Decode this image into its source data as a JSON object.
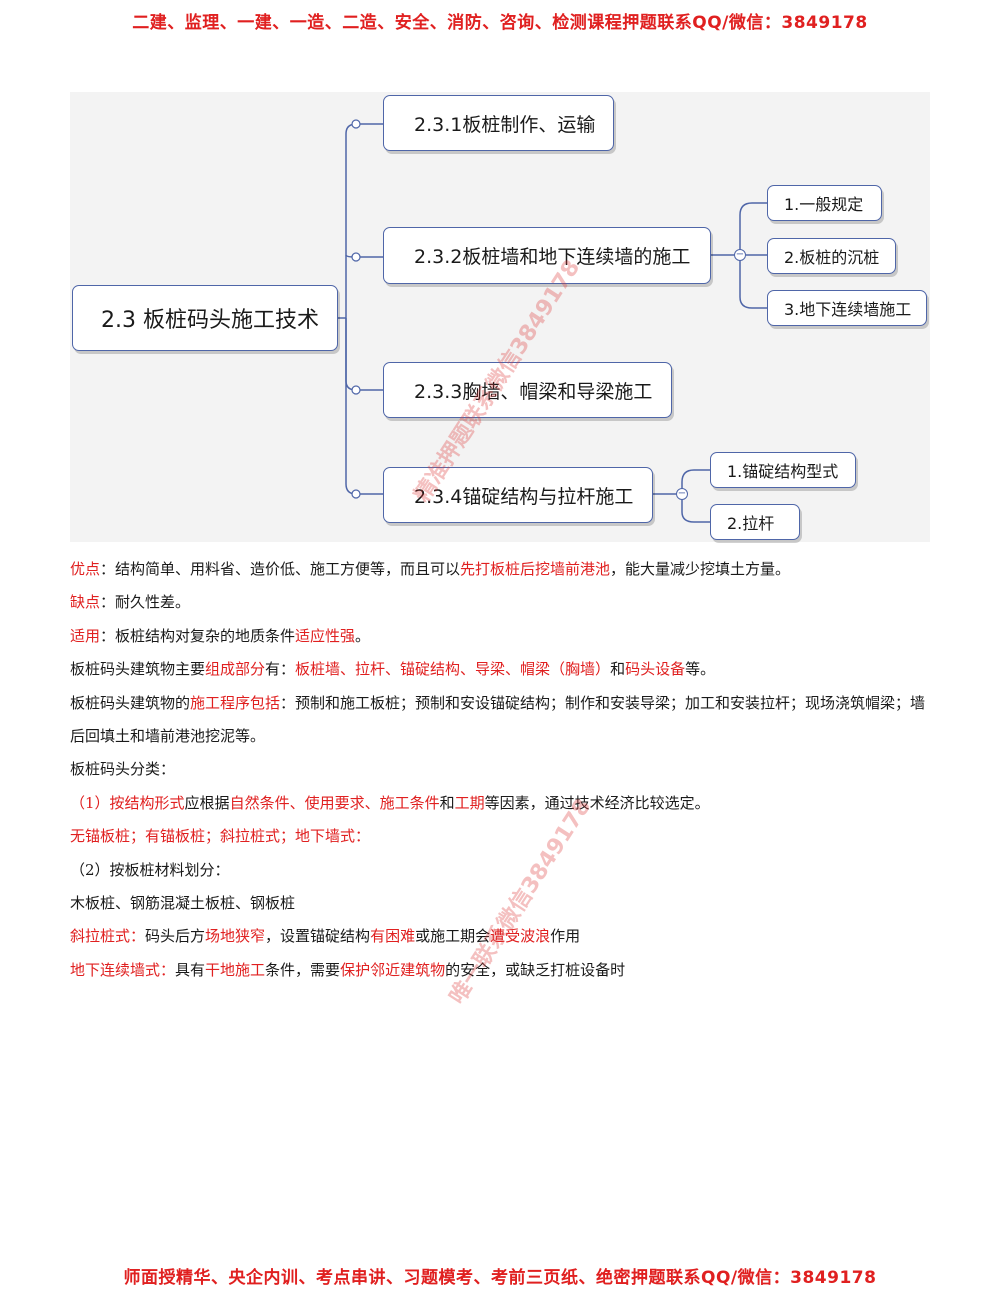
{
  "header_banner": "二建、监理、一建、一造、二造、安全、消防、咨询、检测课程押题联系QQ/微信：3849178",
  "footer_banner": "师面授精华、央企内训、考点串讲、习题模考、考前三页纸、绝密押题联系QQ/微信：3849178",
  "mindmap": {
    "root": "2.3 板桩码头施工技术",
    "branches": [
      {
        "label": "2.3.1板桩制作、运输"
      },
      {
        "label": "2.3.2板桩墙和地下连续墙的施工",
        "children": [
          "1.一般规定",
          "2.板桩的沉桩",
          "3.地下连续墙施工"
        ]
      },
      {
        "label": "2.3.3胸墙、帽梁和导梁施工"
      },
      {
        "label": "2.3.4锚碇结构与拉杆施工",
        "children": [
          "1.锚碇结构型式",
          "2.拉杆"
        ]
      }
    ],
    "collapse_symbol": "−"
  },
  "watermarks": [
    "精准押题联系微信3849178",
    "唯一联系微信3849178"
  ],
  "paragraphs": [
    [
      {
        "t": "优点",
        "red": true
      },
      {
        "t": "：结构简单、用料省、造价低、施工方便等，而且可以"
      },
      {
        "t": "先打板桩后挖墙前港池",
        "red": true
      },
      {
        "t": "，能大量减少挖填土方量。"
      }
    ],
    [
      {
        "t": "缺点",
        "red": true
      },
      {
        "t": "：耐久性差。"
      }
    ],
    [
      {
        "t": "适用",
        "red": true
      },
      {
        "t": "：板桩结构对复杂的地质条件"
      },
      {
        "t": "适应性强",
        "red": true
      },
      {
        "t": "。"
      }
    ],
    [
      {
        "t": "板桩码头建筑物主要"
      },
      {
        "t": "组成部分",
        "red": true
      },
      {
        "t": "有："
      },
      {
        "t": "板桩墙、拉杆、锚碇结构、导梁、帽梁（胸墙）",
        "red": true
      },
      {
        "t": "和"
      },
      {
        "t": "码头设备",
        "red": true
      },
      {
        "t": "等。"
      }
    ],
    [
      {
        "t": "板桩码头建筑物的"
      },
      {
        "t": "施工程序包括",
        "red": true
      },
      {
        "t": "：预制和施工板桩；预制和安设锚碇结构；制作和安装导梁；加工和安装拉杆；现场浇筑帽梁；墙后回填土和墙前港池挖泥等。"
      }
    ],
    [
      {
        "t": "板桩码头分类："
      }
    ],
    [
      {
        "t": "（1）按结构形式",
        "red": true
      },
      {
        "t": "应根据"
      },
      {
        "t": "自然条件、使用要求、施工条件",
        "red": true
      },
      {
        "t": "和"
      },
      {
        "t": "工期",
        "red": true
      },
      {
        "t": "等因素，通过技术经济比较选定。"
      }
    ],
    [
      {
        "t": "无锚板桩；有锚板桩；斜拉桩式；地下墙式：",
        "red": true
      }
    ],
    [
      {
        "t": "（2）按板桩材料划分："
      }
    ],
    [
      {
        "t": "木板桩、钢筋混凝土板桩、钢板桩"
      }
    ],
    [
      {
        "t": "斜拉桩式：",
        "red": true
      },
      {
        "t": "码头后方"
      },
      {
        "t": "场地狭窄",
        "red": true
      },
      {
        "t": "，设置锚碇结构"
      },
      {
        "t": "有困难",
        "red": true
      },
      {
        "t": "或施工期会"
      },
      {
        "t": "遭受波浪",
        "red": true
      },
      {
        "t": "作用"
      }
    ],
    [
      {
        "t": "地下连续墙式：",
        "red": true
      },
      {
        "t": "具有"
      },
      {
        "t": "干地施工",
        "red": true
      },
      {
        "t": "条件，需要"
      },
      {
        "t": "保护邻近建筑物",
        "red": true
      },
      {
        "t": "的安全，或缺乏打桩设备时"
      }
    ]
  ]
}
